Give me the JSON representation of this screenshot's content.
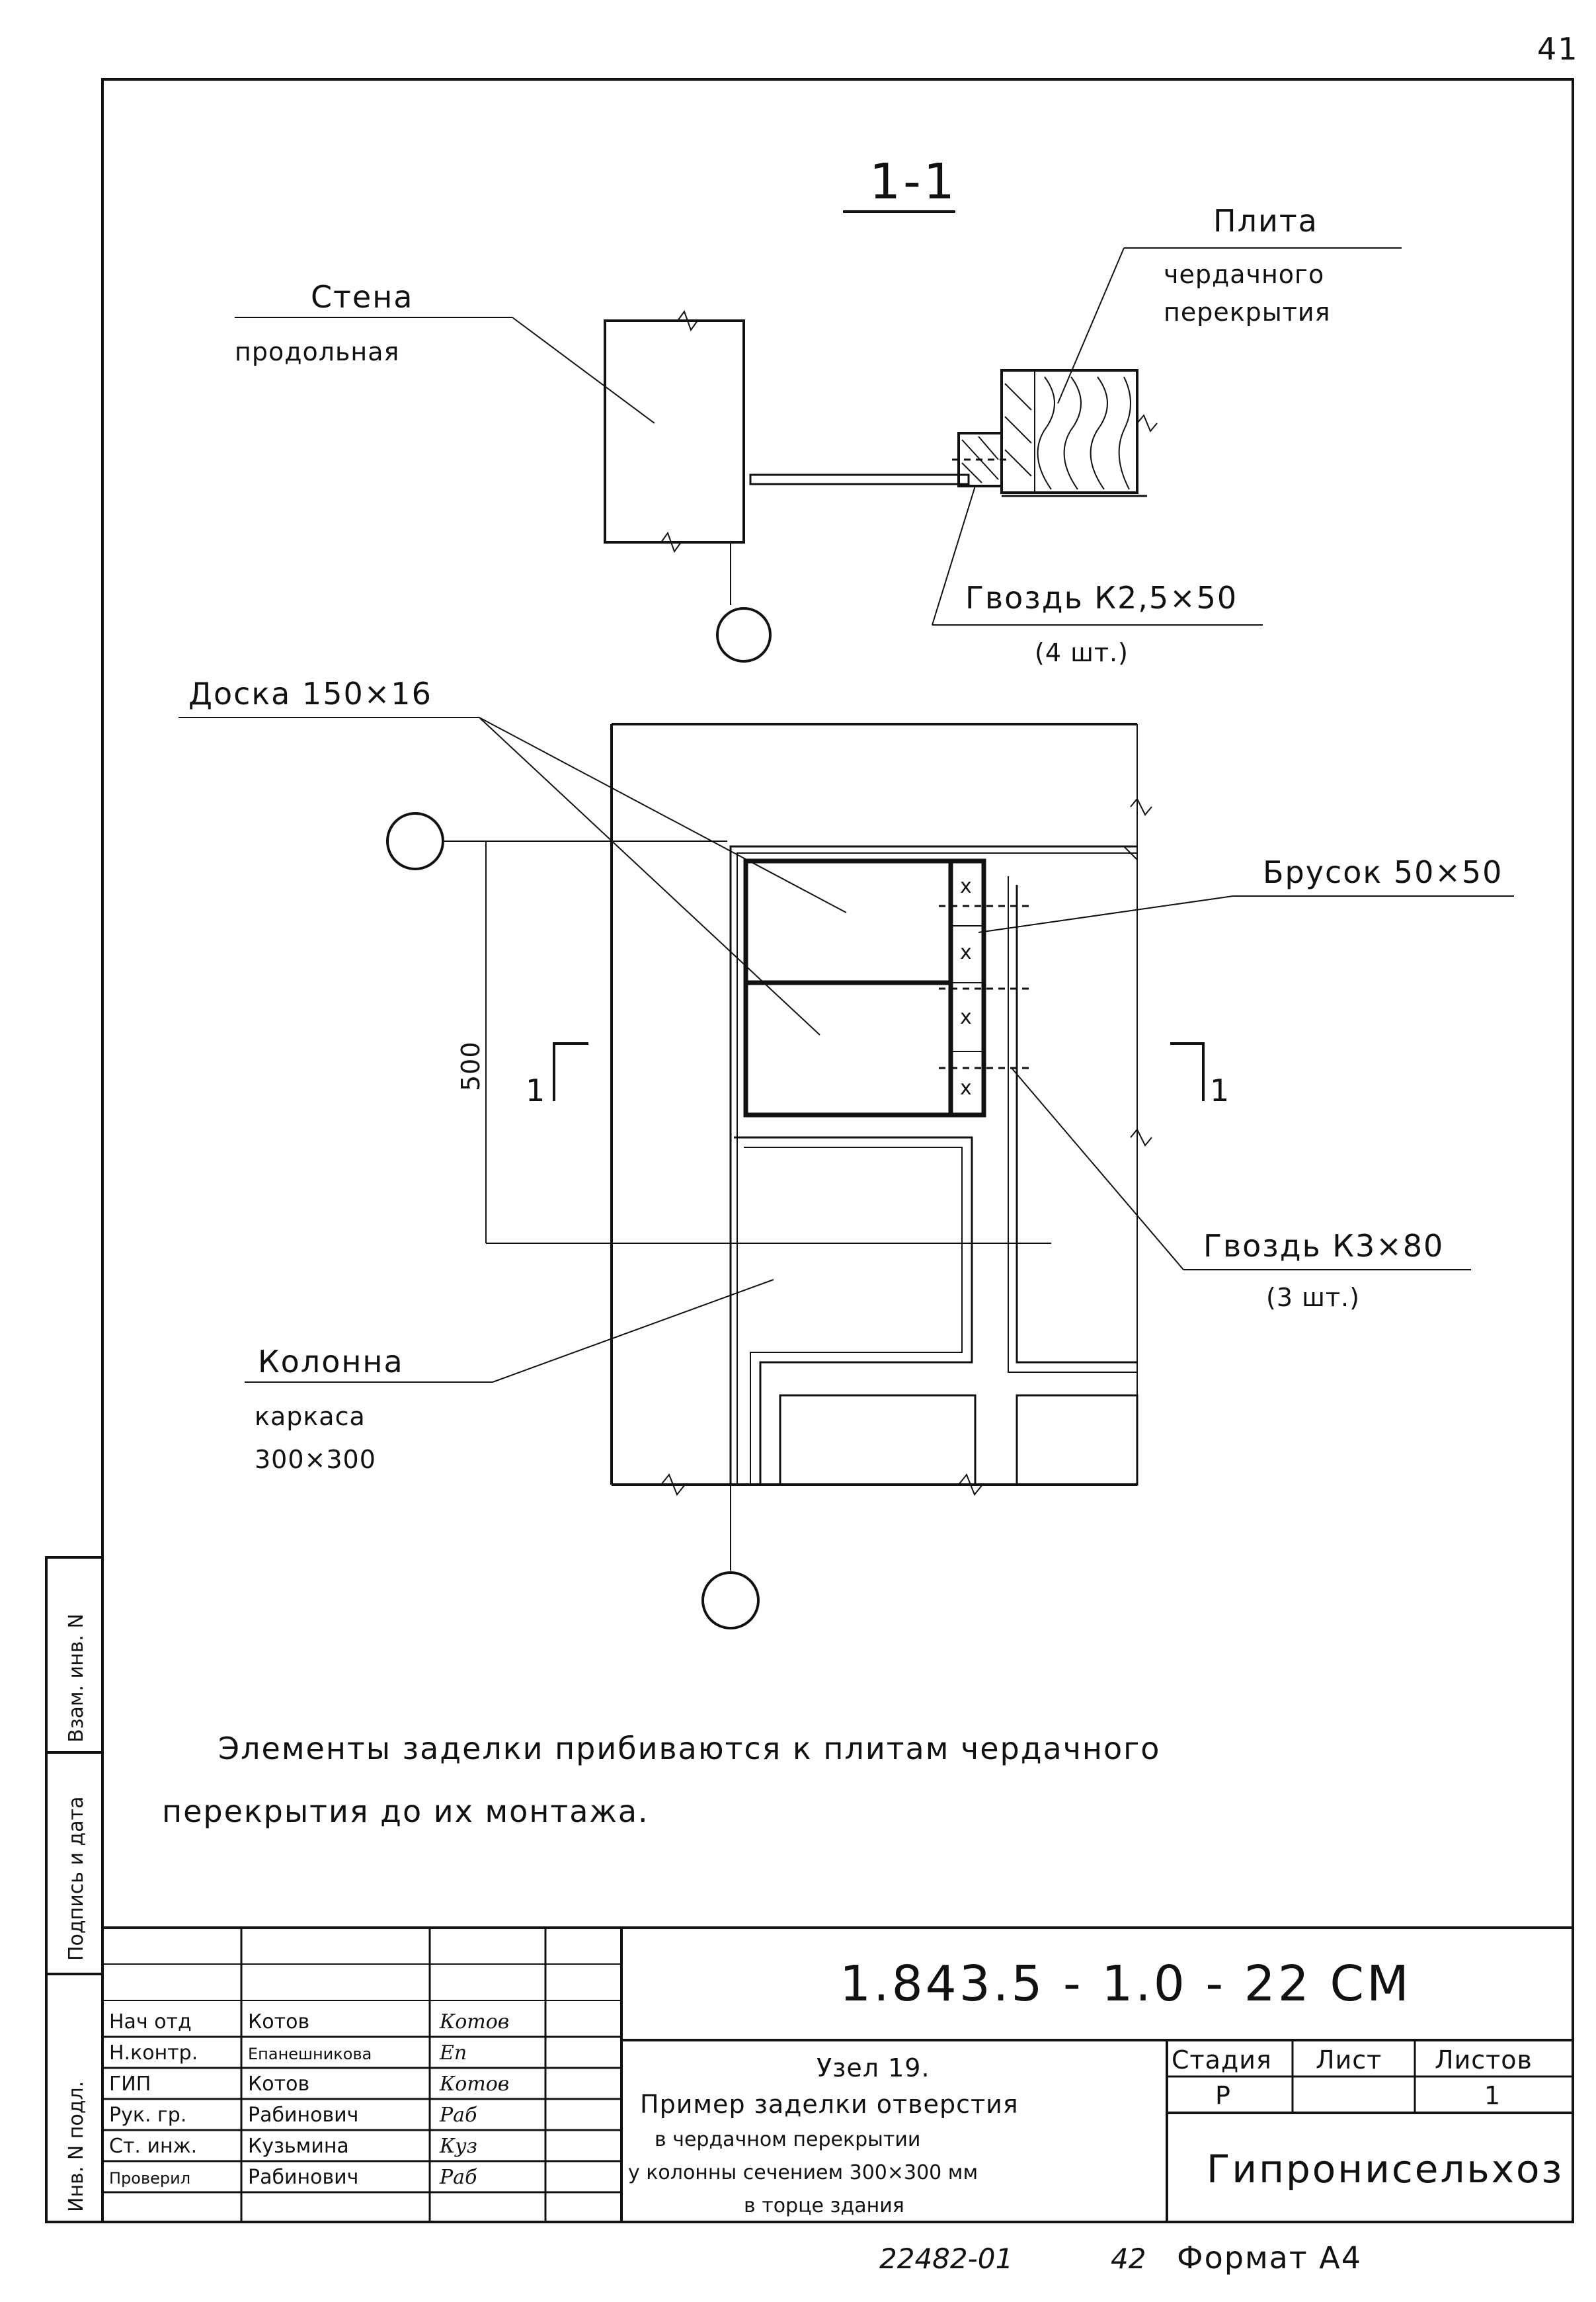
{
  "page_number": "41",
  "section_title": "1-1",
  "labels": {
    "plate_line1": "Плита",
    "plate_line2": "чердачного",
    "plate_line3": "перекрытия",
    "wall_line1": "Стена",
    "wall_line2": "продольная",
    "nail_top_line1": "Гвоздь К2,5×50",
    "nail_top_line2": "(4 шт.)",
    "board": "Доска 150×16",
    "bar": "Брусок 50×50",
    "nail_bottom_line1": "Гвоздь К3×80",
    "nail_bottom_line2": "(3 шт.)",
    "column_line1": "Колонна",
    "column_line2": "каркаса",
    "column_line3": "300×300",
    "dimension": "500",
    "cut_left": "1",
    "cut_right": "1",
    "bar_mark": "x"
  },
  "note": {
    "line1": "Элементы заделки прибиваются к плитам чердачного",
    "line2": "перекрытия до их монтажа."
  },
  "side_stamp": {
    "cell1": "Инв. N подл.",
    "cell2": "Подпись и дата",
    "cell3": "Взам. инв. N"
  },
  "title_block": {
    "doc_code": "1.843.5 - 1.0 - 22 СМ",
    "roles": [
      {
        "role": "Нач отд",
        "name": "Котов",
        "sign": "Котов"
      },
      {
        "role": "Н.контр.",
        "name": "Епанешникова",
        "sign": "Еп"
      },
      {
        "role": "ГИП",
        "name": "Котов",
        "sign": "Котов"
      },
      {
        "role": "Рук. гр.",
        "name": "Рабинович",
        "sign": "Раб"
      },
      {
        "role": "Ст. инж.",
        "name": "Кузьмина",
        "sign": "Куз"
      },
      {
        "role": "Проверил",
        "name": "Рабинович",
        "sign": "Раб"
      }
    ],
    "node_title": "Узел 19.",
    "desc_line1": "Пример заделки отверстия",
    "desc_line2": "в чердачном перекрытии",
    "desc_line3": "у колонны сечением 300×300 мм",
    "desc_line4": "в торце здания",
    "stage_header": "Стадия",
    "sheet_header": "Лист",
    "sheets_header": "Листов",
    "stage_value": "Р",
    "sheet_value": "",
    "sheets_value": "1",
    "organization": "Гипронисельхоз"
  },
  "footer": {
    "archive": "22482-01",
    "sheet_no": "42",
    "format": "Формат А4"
  }
}
